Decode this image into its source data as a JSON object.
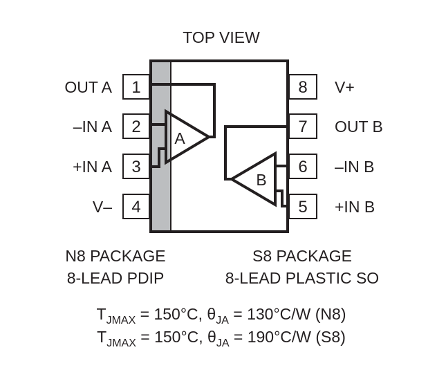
{
  "title": "TOP VIEW",
  "pins_left": [
    {
      "number": "1",
      "name": "OUT A"
    },
    {
      "number": "2",
      "name": "–IN A"
    },
    {
      "number": "3",
      "name": "+IN A"
    },
    {
      "number": "4",
      "name": "V–"
    }
  ],
  "pins_right": [
    {
      "number": "8",
      "name": "V+"
    },
    {
      "number": "7",
      "name": "OUT B"
    },
    {
      "number": "6",
      "name": "–IN B"
    },
    {
      "number": "5",
      "name": "+IN B"
    }
  ],
  "amplifiers": {
    "a": "A",
    "b": "B"
  },
  "packages": {
    "left": {
      "line1": "N8 PACKAGE",
      "line2": "8-LEAD PDIP"
    },
    "right": {
      "line1": "S8 PACKAGE",
      "line2": "8-LEAD PLASTIC SO"
    }
  },
  "thermal": [
    {
      "t": "T",
      "t_sub": "JMAX",
      "t_val": " = 150°C, ",
      "theta": "θ",
      "theta_sub": "JA",
      "theta_val": " = 130°C/W (N8)"
    },
    {
      "t": "T",
      "t_sub": "JMAX",
      "t_val": " = 150°C, ",
      "theta": "θ",
      "theta_sub": "JA",
      "theta_val": " = 190°C/W (S8)"
    }
  ],
  "colors": {
    "ink": "#231f20",
    "stripe": "#bcbec0"
  }
}
